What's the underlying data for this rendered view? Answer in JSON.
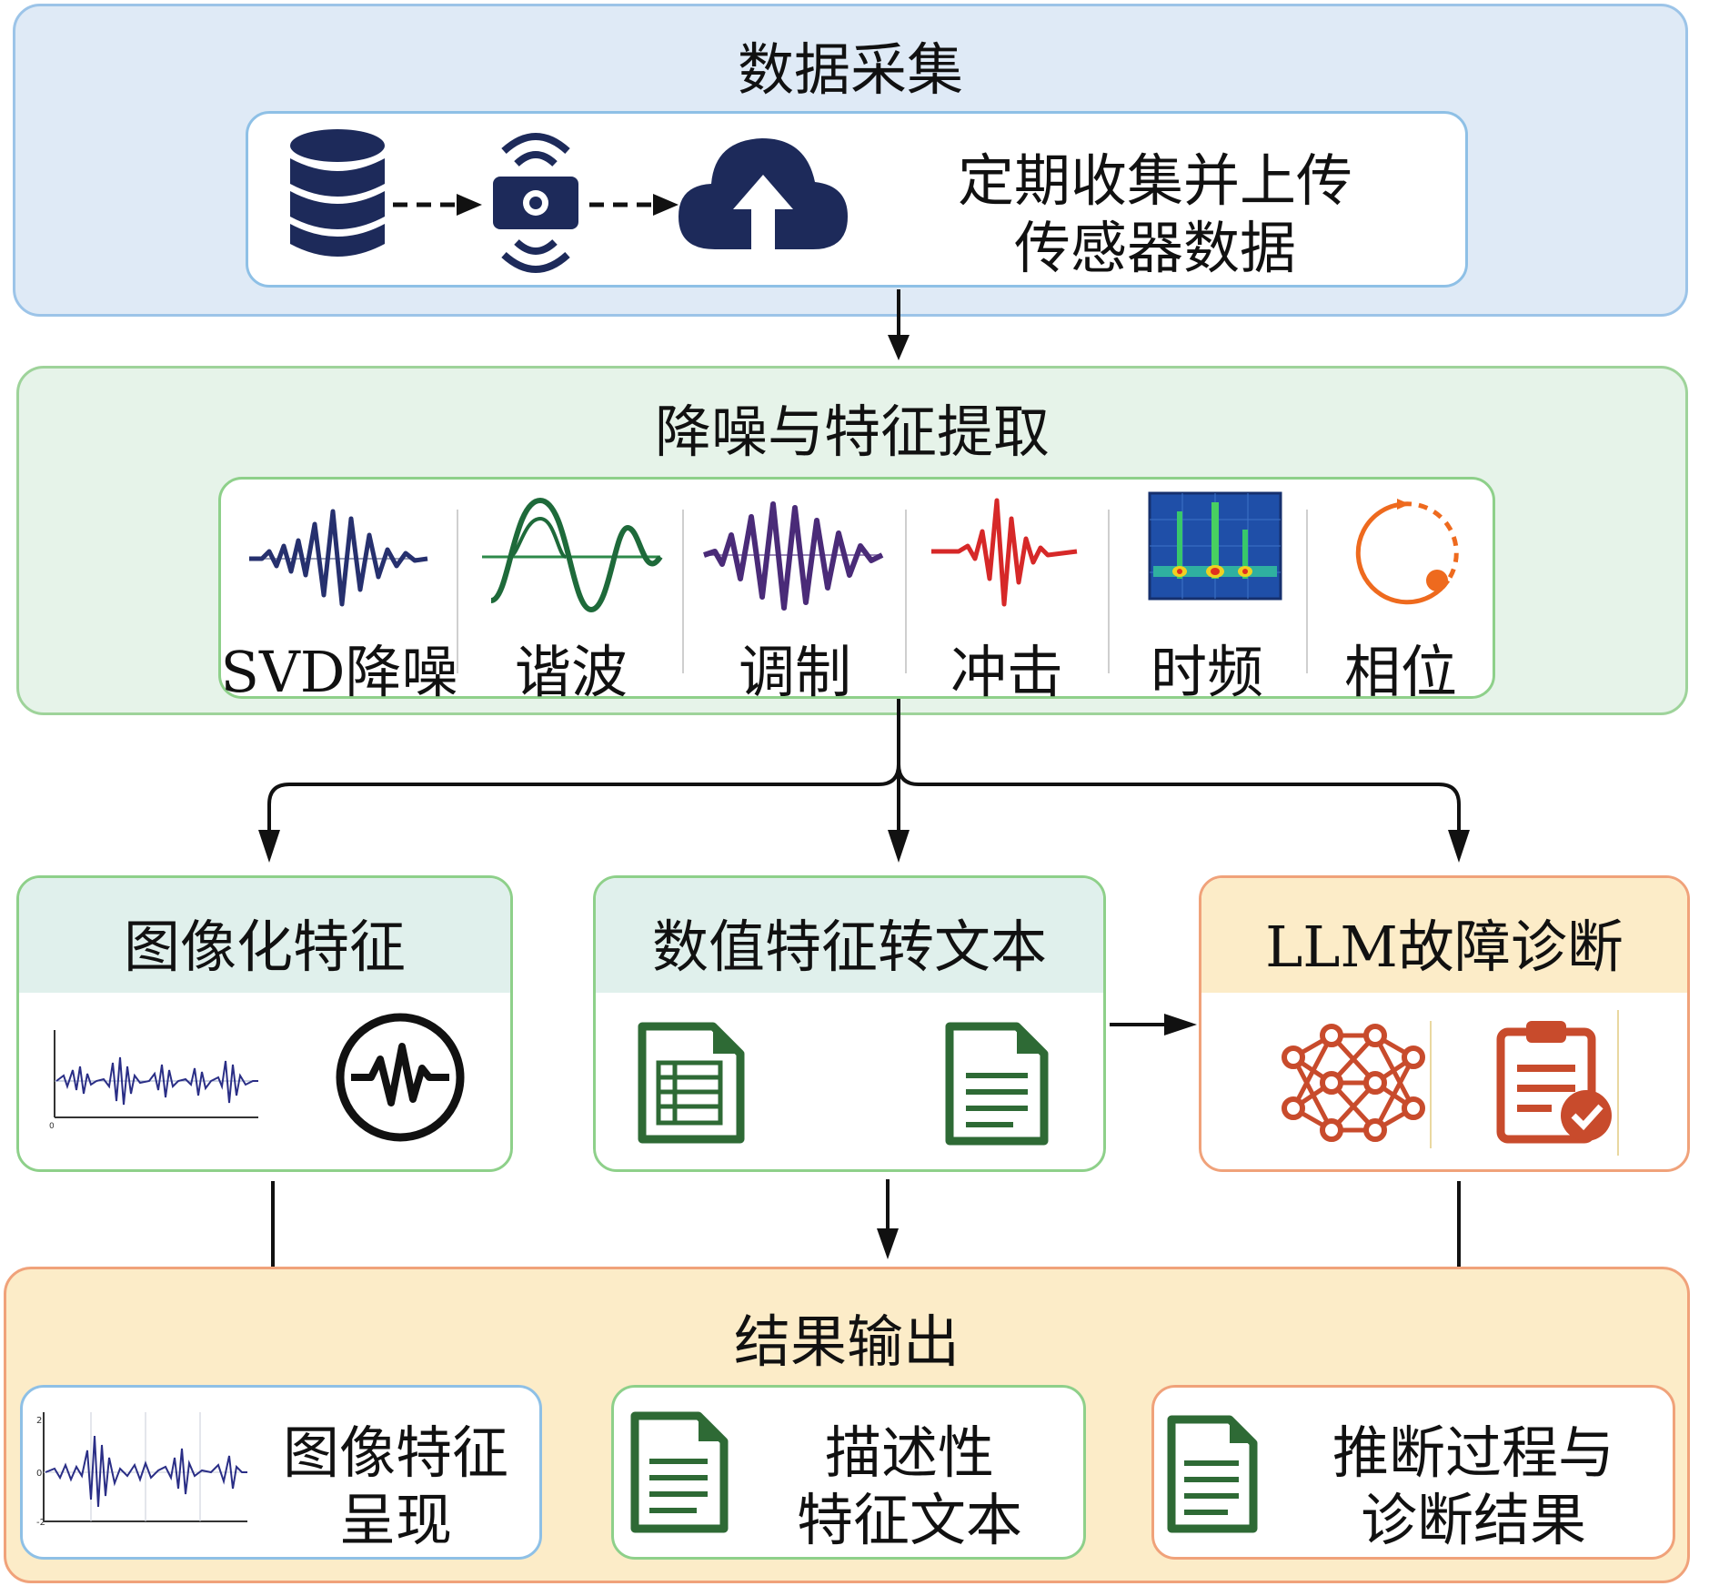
{
  "data_collection": {
    "title": "数据采集",
    "line1": "定期收集并上传",
    "line2": "传感器数据",
    "icons": [
      "database-icon",
      "sensor-icon",
      "cloud-upload-icon"
    ]
  },
  "feature_extraction": {
    "title": "降噪与特征提取",
    "items": [
      {
        "label": "SVD降噪",
        "icon": "svd-wave-icon",
        "color": "#26306e"
      },
      {
        "label": "谐波",
        "icon": "harmonic-wave-icon",
        "color": "#1e6a3a"
      },
      {
        "label": "调制",
        "icon": "modulation-wave-icon",
        "color": "#4a2b78"
      },
      {
        "label": "冲击",
        "icon": "impact-wave-icon",
        "color": "#d62828"
      },
      {
        "label": "时频",
        "icon": "time-frequency-map-icon",
        "color": "#1f4fa8"
      },
      {
        "label": "相位",
        "icon": "phase-circle-icon",
        "color": "#ee6a1e"
      }
    ]
  },
  "image_features": {
    "title": "图像化特征"
  },
  "text_features": {
    "title": "数值特征转文本"
  },
  "llm": {
    "title": "LLM故障诊断"
  },
  "results": {
    "title": "结果输出",
    "image_output": {
      "line1": "图像特征",
      "line2": "呈现"
    },
    "text_output": {
      "line1": "描述性",
      "line2": "特征文本"
    },
    "diagnosis_output": {
      "line1": "推断过程与",
      "line2": "诊断结果"
    }
  },
  "colors": {
    "blue_panel": "#dfeaf6",
    "blue_border": "#9cc4e8",
    "green_panel": "#e6f3e9",
    "green_border": "#9ed39a",
    "orange_panel": "#fcecc8",
    "orange_border": "#f0a27a",
    "navy": "#1d2a5a",
    "doc_green": "#2e6a35",
    "llm_red": "#c84b2c"
  }
}
